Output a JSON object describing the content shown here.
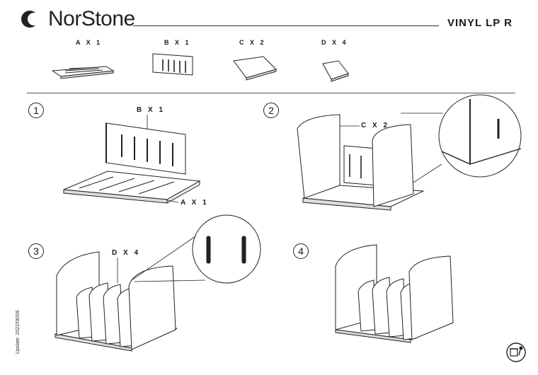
{
  "header": {
    "brand": "NorStone",
    "product": "VINYL LP R"
  },
  "parts": [
    {
      "label": "A X 1"
    },
    {
      "label": "B X 1"
    },
    {
      "label": "C X 2"
    },
    {
      "label": "D X 4"
    }
  ],
  "steps": [
    {
      "number": "1",
      "callouts": [
        "B X 1",
        "A X 1"
      ]
    },
    {
      "number": "2",
      "callouts": [
        "C X 2"
      ]
    },
    {
      "number": "3",
      "callouts": [
        "D X 4"
      ]
    },
    {
      "number": "4",
      "callouts": []
    }
  ],
  "footer": {
    "update": "Update: 2022/06/09"
  },
  "icons": [
    "logo-mark-icon",
    "recycle-bin-icon"
  ]
}
